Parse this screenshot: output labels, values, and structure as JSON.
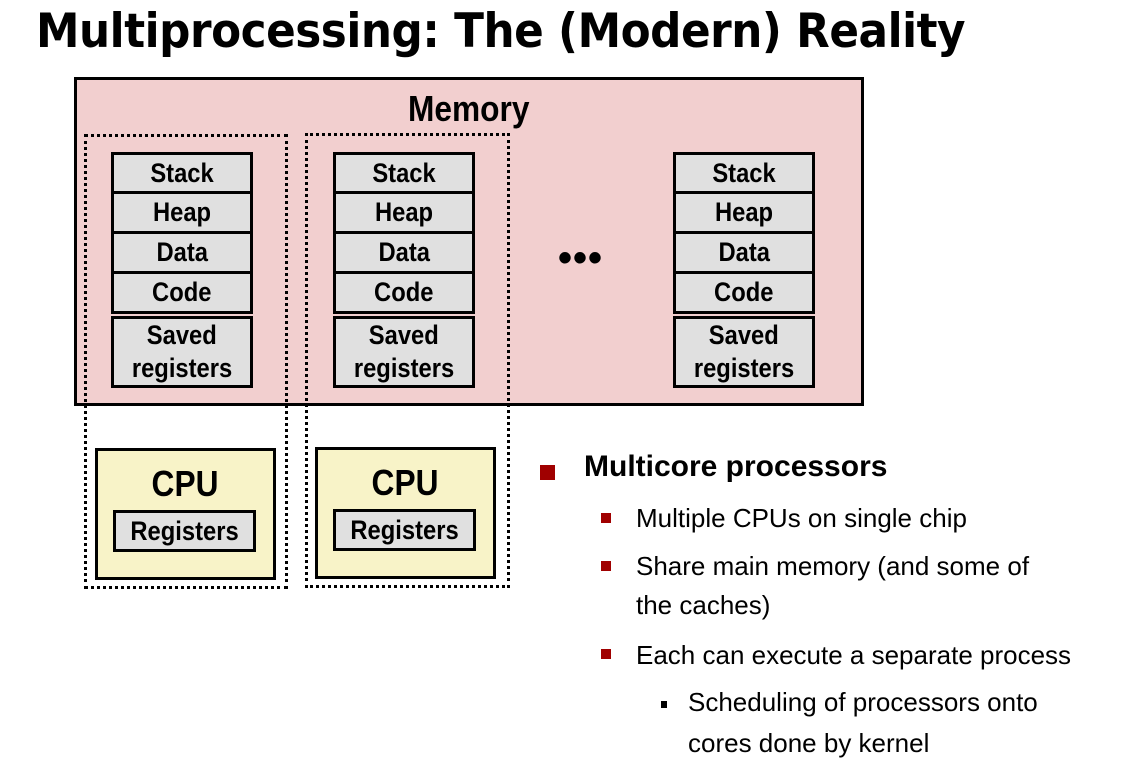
{
  "title": "Multiprocessing: The (Modern) Reality",
  "memory": {
    "label": "Memory",
    "ellipsis": "•••",
    "processes": [
      {
        "segments": [
          "Stack",
          "Heap",
          "Data",
          "Code"
        ],
        "saved_line1": "Saved",
        "saved_line2": "registers"
      },
      {
        "segments": [
          "Stack",
          "Heap",
          "Data",
          "Code"
        ],
        "saved_line1": "Saved",
        "saved_line2": "registers"
      },
      {
        "segments": [
          "Stack",
          "Heap",
          "Data",
          "Code"
        ],
        "saved_line1": "Saved",
        "saved_line2": "registers"
      }
    ]
  },
  "cpus": [
    {
      "label": "CPU",
      "registers": "Registers"
    },
    {
      "label": "CPU",
      "registers": "Registers"
    }
  ],
  "bullets": {
    "main": "Multicore processors",
    "sub": [
      "Multiple CPUs on single chip",
      "Share main memory (and some of",
      "the caches)",
      "Each can execute a separate process"
    ],
    "subsub_line1": "Scheduling of processors onto",
    "subsub_line2": "cores done by kernel"
  },
  "colors": {
    "memory_fill": "#f2cfcf",
    "cpu_fill": "#f8f3c8",
    "segment_fill": "#e0e0e0",
    "bullet_accent": "#a00000"
  }
}
